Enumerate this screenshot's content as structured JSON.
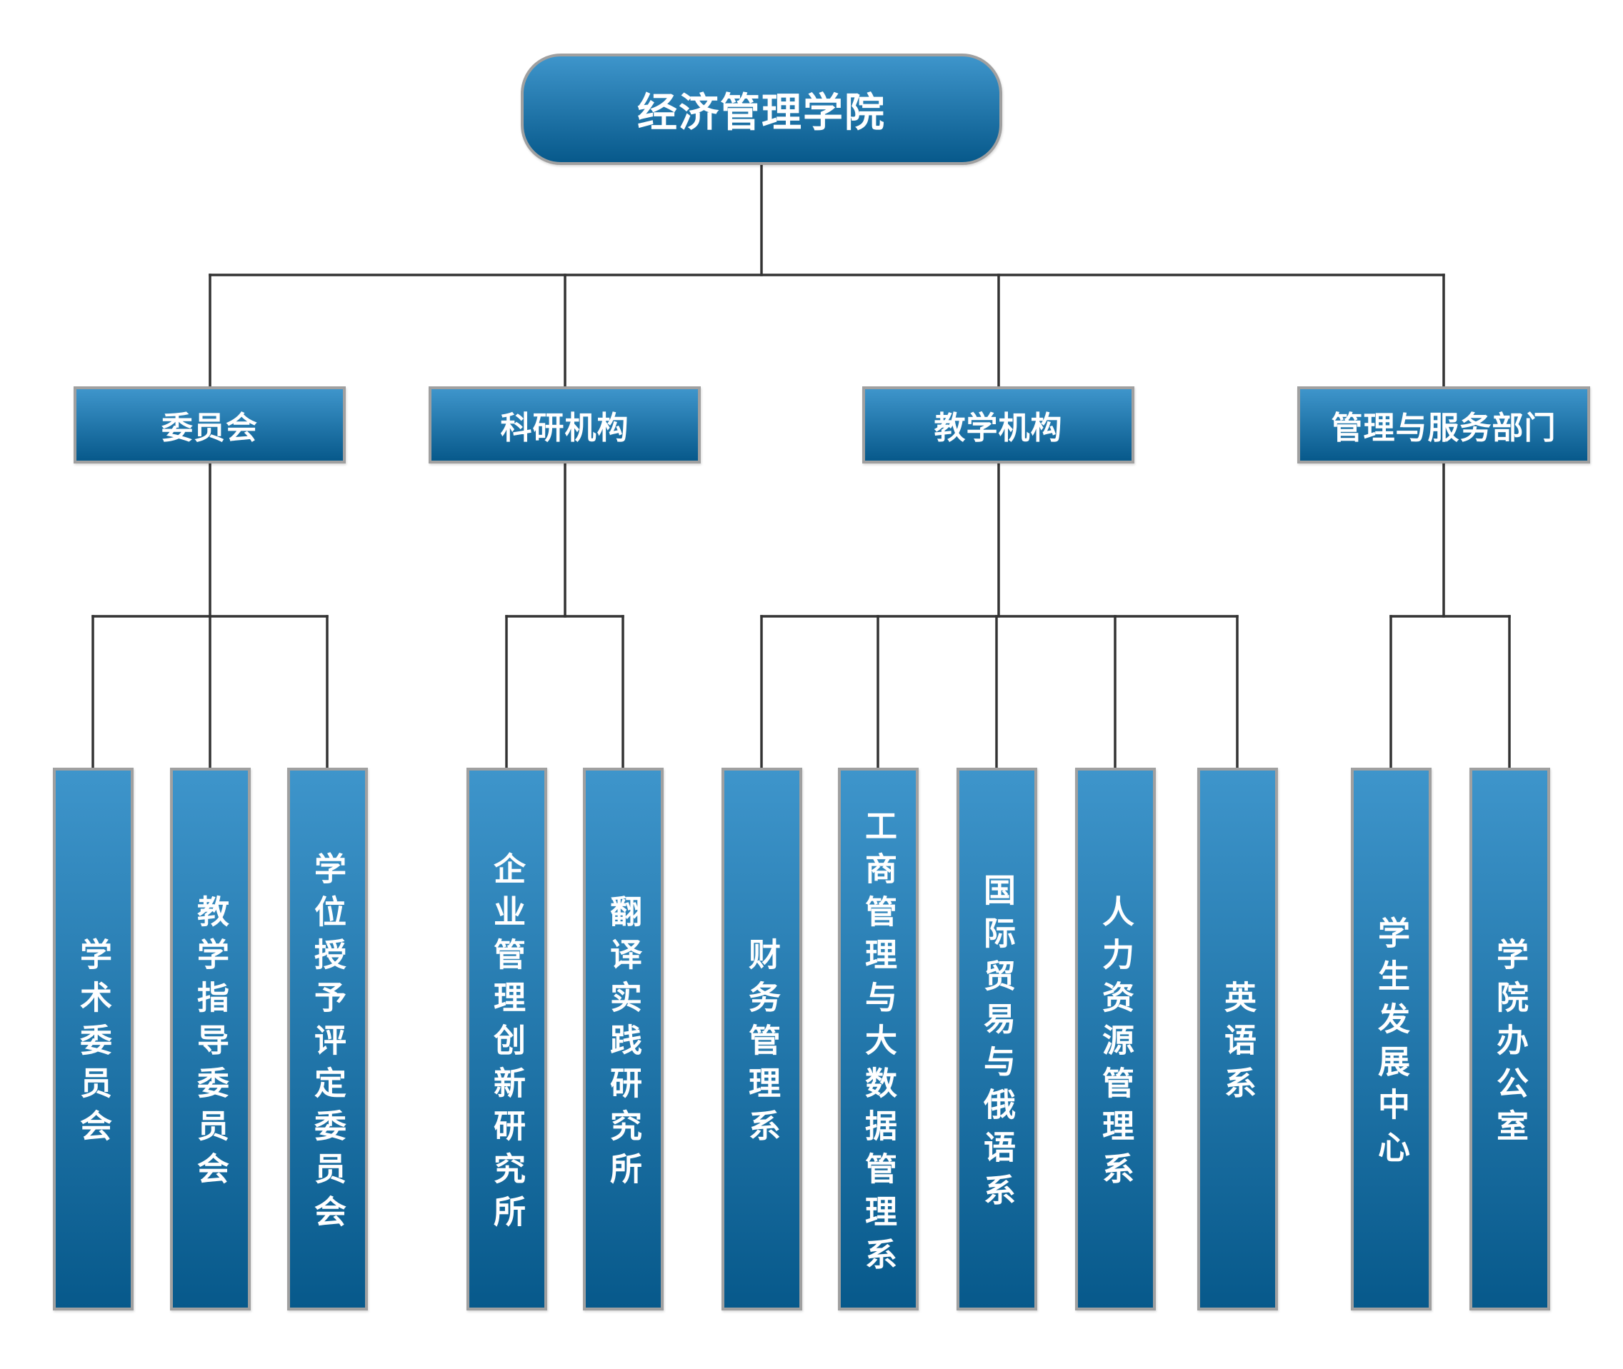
{
  "root": {
    "label": "经济管理学院"
  },
  "departments": [
    {
      "label": "委员会",
      "children": [
        "学术委员会",
        "教学指导委员会",
        "学位授予评定委员会"
      ]
    },
    {
      "label": "科研机构",
      "children": [
        "企业管理创新研究所",
        "翻译实践研究所"
      ]
    },
    {
      "label": "教学机构",
      "children": [
        "财务管理系",
        "工商管理与大数据管理系",
        "国际贸易与俄语系",
        "人力资源管理系",
        "英语系"
      ]
    },
    {
      "label": "管理与服务部门",
      "children": [
        "学生发展中心",
        "学院办公室"
      ]
    }
  ],
  "colors": {
    "box_top": "#3e95cb",
    "box_bottom": "#07598b",
    "box_border": "#a0a0a0",
    "line": "#333333",
    "text": "#ffffff"
  }
}
